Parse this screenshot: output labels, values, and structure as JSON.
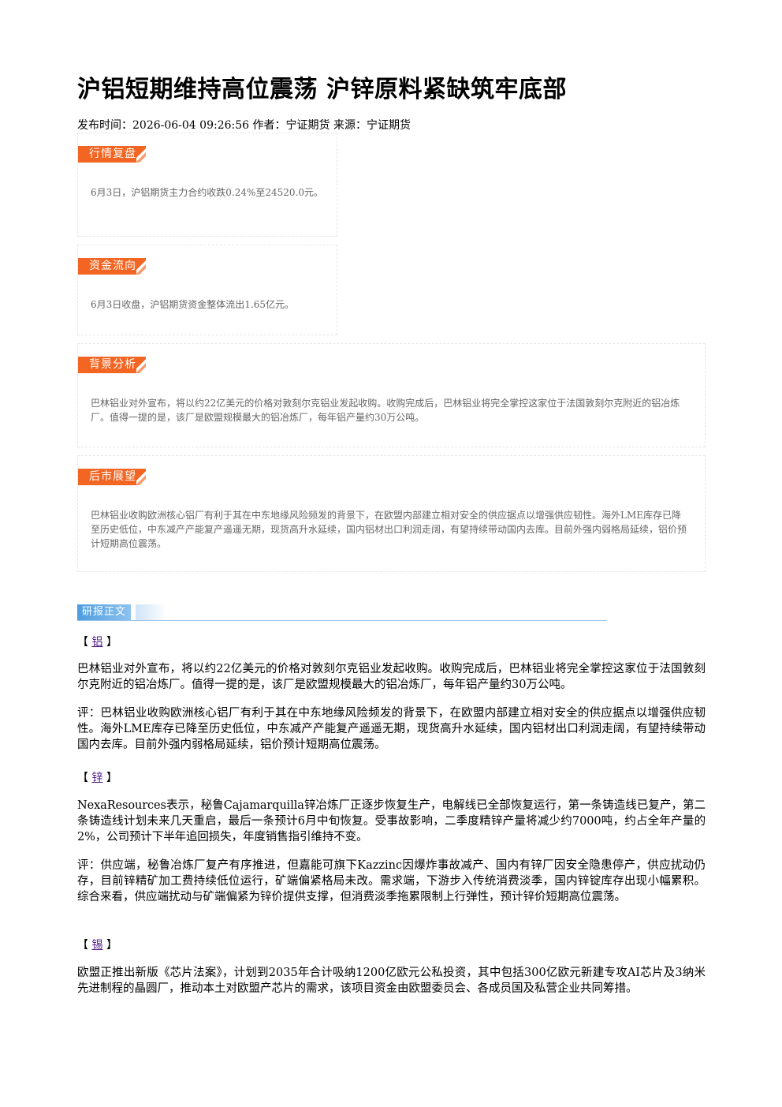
{
  "article": {
    "title": "沪铝短期维持高位震荡 沪锌原料紧缺筑牢底部",
    "meta": "发布时间：2026-06-04 09:26:56 作者：宁证期货 来源：宁证期货"
  },
  "summary_boxes": [
    {
      "tag": "行情复盘",
      "text": "6月3日，沪铝期货主力合约收跌0.24%至24520.0元。"
    },
    {
      "tag": "资金流向",
      "text": "6月3日收盘，沪铝期货资金整体流出1.65亿元。"
    },
    {
      "tag": "背景分析",
      "text": "巴林铝业对外宣布，将以约22亿美元的价格对敦刻尔克铝业发起收购。收购完成后，巴林铝业将完全掌控这家位于法国敦刻尔克附近的铝冶炼厂。值得一提的是，该厂是欧盟规模最大的铝冶炼厂，每年铝产量约30万公吨。"
    },
    {
      "tag": "后市展望",
      "text": "巴林铝业收购欧洲核心铝厂有利于其在中东地缘风险频发的背景下，在欧盟内部建立相对安全的供应据点以增强供应韧性。海外LME库存已降至历史低位，中东减产产能复产遥遥无期，现货高升水延续，国内铝材出口利润走阔，有望持续带动国内去库。目前外强内弱格局延续，铝价预计短期高位震荡。"
    }
  ],
  "report": {
    "section_label": "研报正文",
    "blocks": [
      {
        "bracket_open": "【",
        "metal": "铝",
        "bracket_close": "】",
        "paragraphs": [
          "巴林铝业对外宣布，将以约22亿美元的价格对敦刻尔克铝业发起收购。收购完成后，巴林铝业将完全掌控这家位于法国敦刻尔克附近的铝冶炼厂。值得一提的是，该厂是欧盟规模最大的铝冶炼厂，每年铝产量约30万公吨。",
          "评：巴林铝业收购欧洲核心铝厂有利于其在中东地缘风险频发的背景下，在欧盟内部建立相对安全的供应据点以增强供应韧性。海外LME库存已降至历史低位，中东减产产能复产遥遥无期，现货高升水延续，国内铝材出口利润走阔，有望持续带动国内去库。目前外强内弱格局延续，铝价预计短期高位震荡。"
        ]
      },
      {
        "bracket_open": "【",
        "metal": "锌",
        "bracket_close": "】",
        "paragraphs": [
          "NexaResources表示，秘鲁Cajamarquilla锌冶炼厂正逐步恢复生产，电解线已全部恢复运行，第一条铸造线已复产，第二条铸造线计划未来几天重启，最后一条预计6月中旬恢复。受事故影响，二季度精锌产量将减少约7000吨，约占全年产量的2%，公司预计下半年追回损失，年度销售指引维持不变。",
          "评：供应端，秘鲁冶炼厂复产有序推进，但嘉能可旗下Kazzinc因爆炸事故减产、国内有锌厂因安全隐患停产，供应扰动仍存，目前锌精矿加工费持续低位运行，矿端偏紧格局未改。需求端，下游步入传统消费淡季，国内锌锭库存出现小幅累积。综合来看，供应端扰动与矿端偏紧为锌价提供支撑，但消费淡季拖累限制上行弹性，预计锌价短期高位震荡。"
        ]
      },
      {
        "bracket_open": "【",
        "metal": "锡",
        "bracket_close": "】",
        "paragraphs": [
          "欧盟正推出新版《芯片法案》，计划到2035年合计吸纳1200亿欧元公私投资，其中包括300亿欧元新建专攻AI芯片及3纳米先进制程的晶圆厂，推动本土对欧盟产芯片的需求，该项目资金由欧盟委员会、各成员国及私营企业共同筹措。"
        ]
      }
    ]
  },
  "colors": {
    "tag_orange": "#f26522",
    "section_blue": "#4d9de0",
    "box_text": "#666666",
    "link_purple": "#551a8b"
  }
}
